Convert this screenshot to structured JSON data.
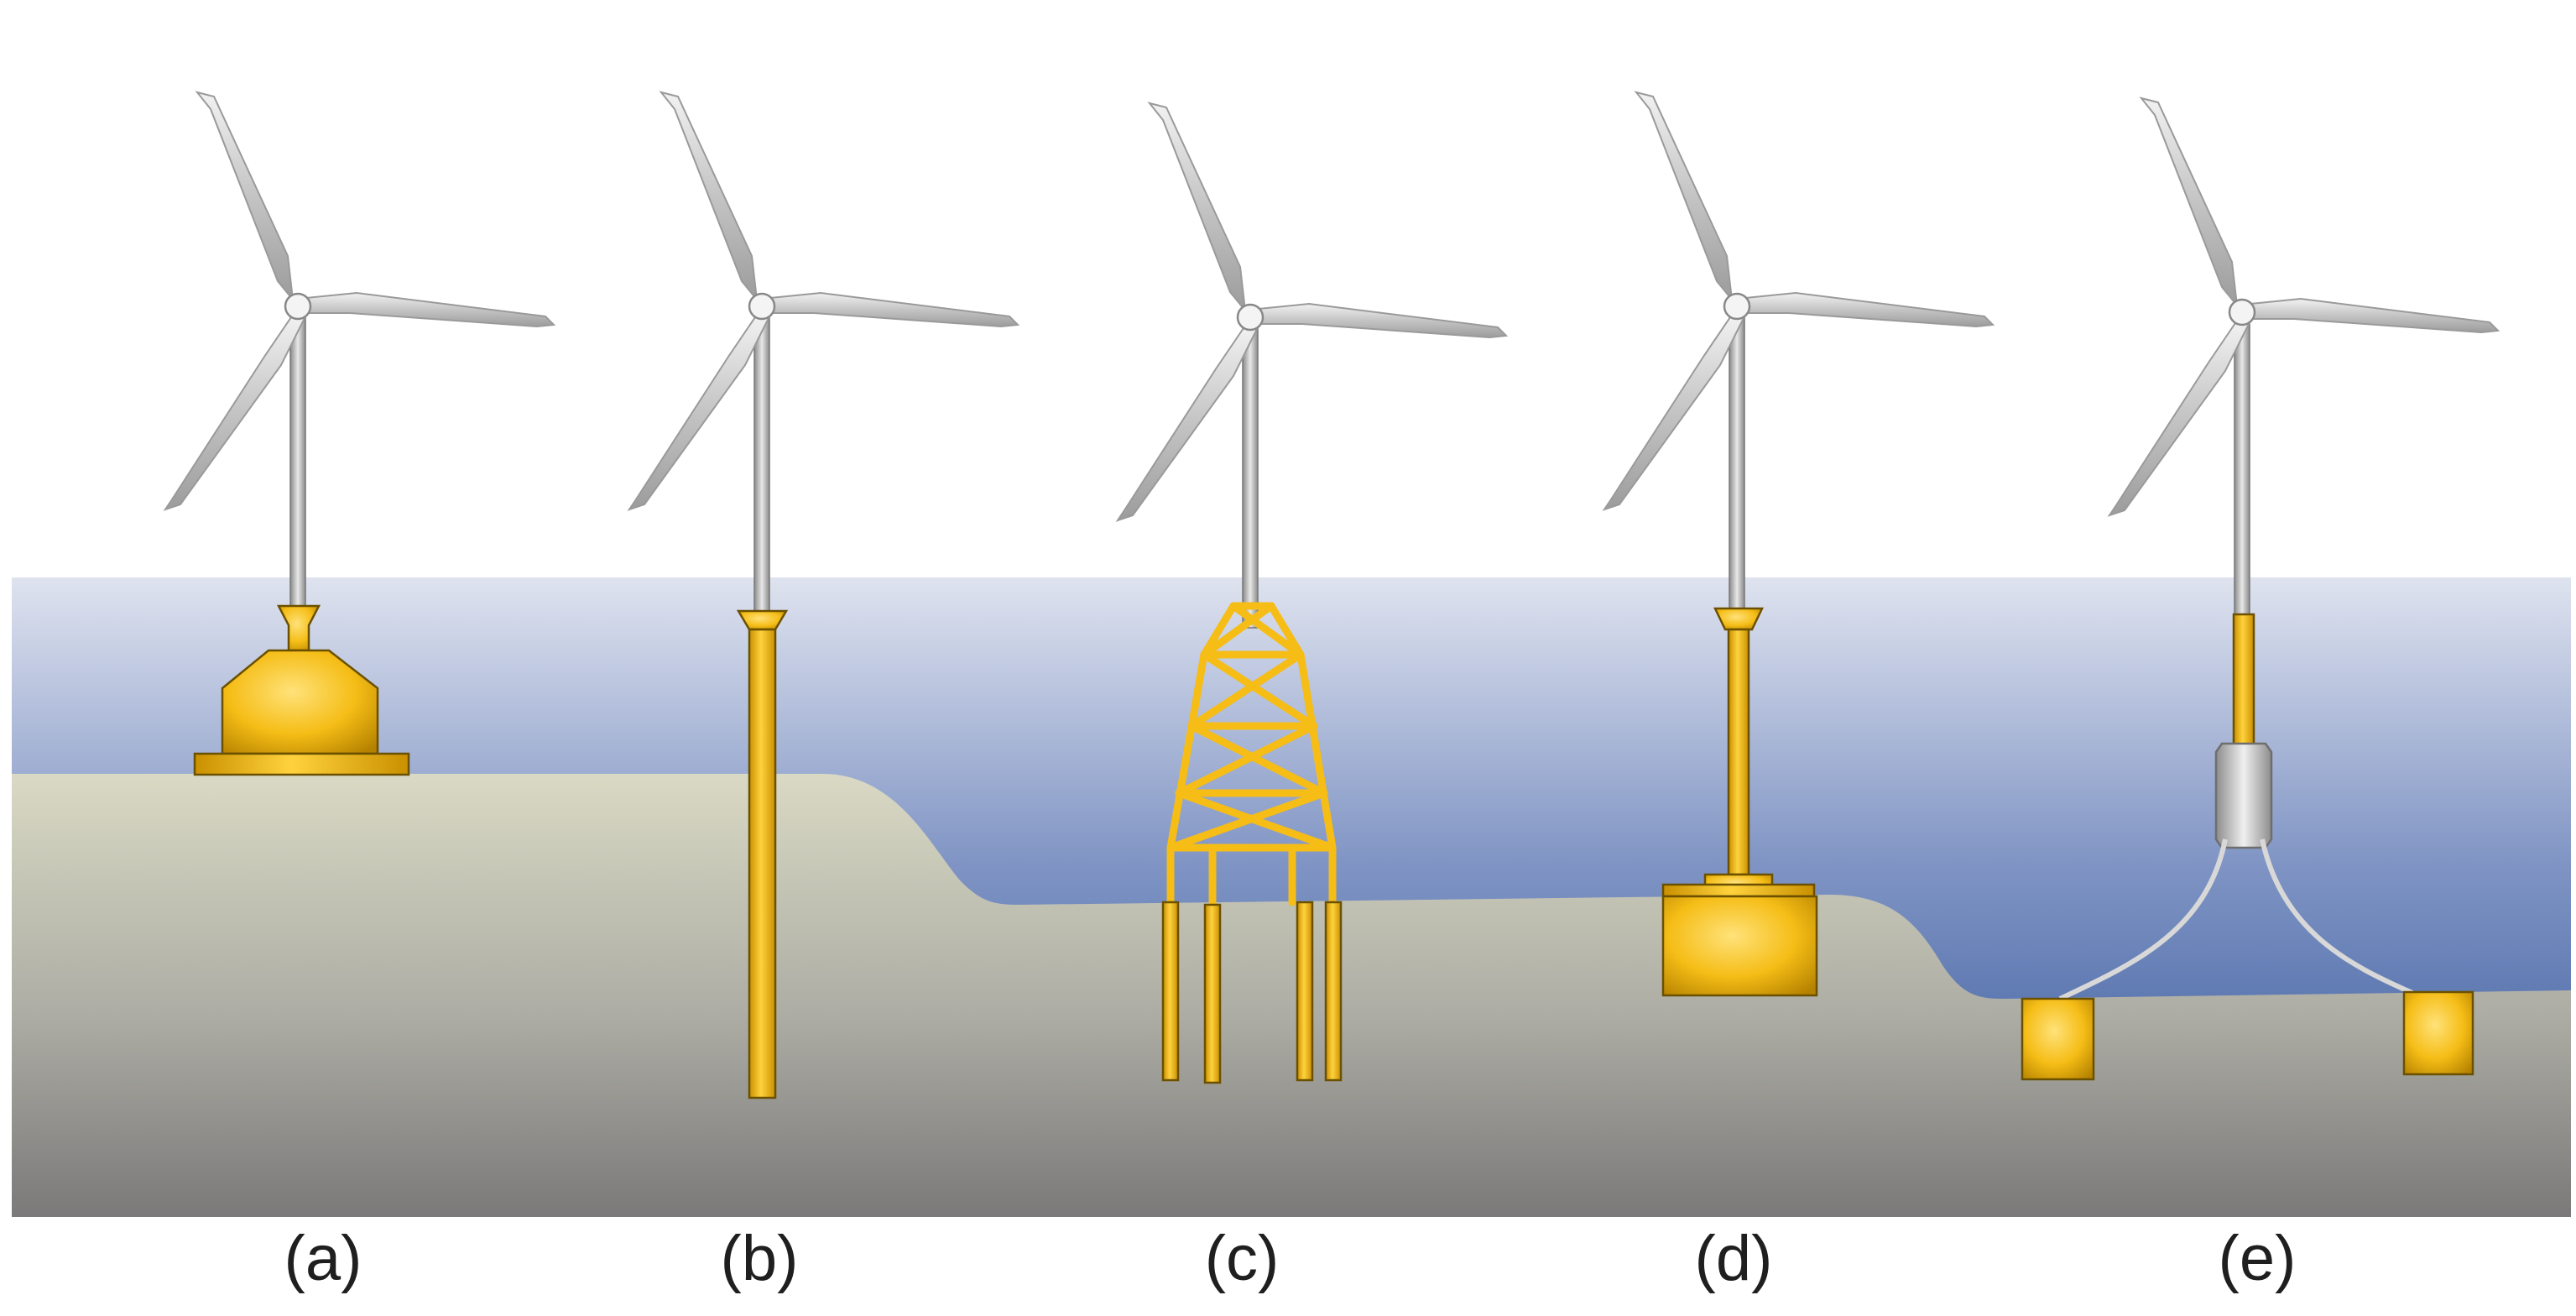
{
  "diagram": {
    "panels": [
      {
        "id": "a",
        "label": "(a)",
        "foundation": "gravity-base"
      },
      {
        "id": "b",
        "label": "(b)",
        "foundation": "monopile"
      },
      {
        "id": "c",
        "label": "(c)",
        "foundation": "jacket"
      },
      {
        "id": "d",
        "label": "(d)",
        "foundation": "suction-bucket"
      },
      {
        "id": "e",
        "label": "(e)",
        "foundation": "floating-tension-leg"
      }
    ],
    "colors": {
      "sea_top": "#dfe3ef",
      "sea_bottom": "#2d5196",
      "seabed_top": "#d9d9c4",
      "seabed_bottom": "#7b7979",
      "foundation": "#f5bd16",
      "foundation_edge": "#6b5000",
      "turbine": "#c8c8c8",
      "mooring": "#d8d8d8"
    }
  }
}
